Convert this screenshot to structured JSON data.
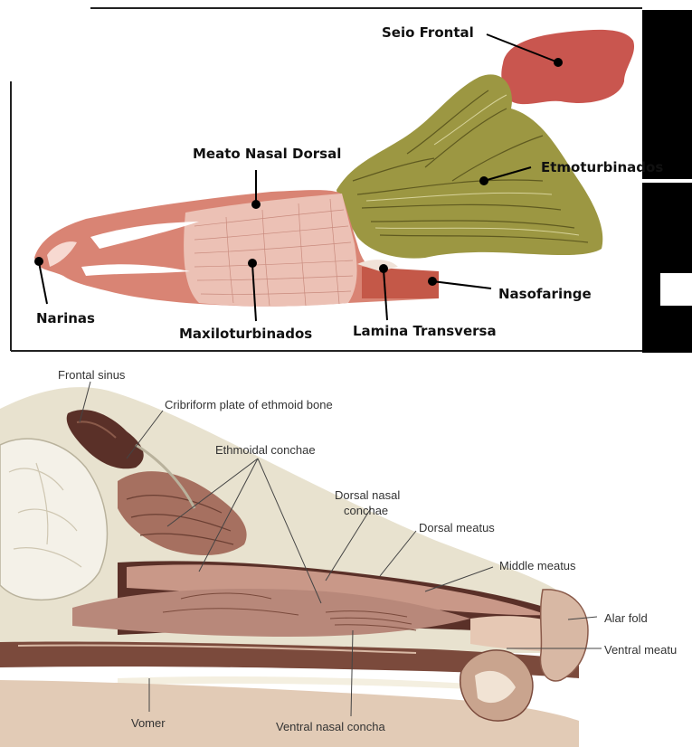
{
  "top_diagram": {
    "labels": {
      "seio_frontal": "Seio Frontal",
      "meato_nasal_dorsal": "Meato Nasal Dorsal",
      "etmoturbinados": "Etmoturbinados",
      "nasofaringe": "Nasofaringe",
      "narinas": "Narinas",
      "maxiloturbinados": "Maxiloturbinados",
      "lamina_transversa": "Lamina Transversa"
    },
    "colors": {
      "frontal_sinus": "#c9564f",
      "ethmoturbinates": "#9c9742",
      "maxilloturbinates": "#e8b3a6",
      "nasal_cavity": "#d98474",
      "lamina": "#c45848",
      "frame": "#000000"
    }
  },
  "bottom_diagram": {
    "labels": {
      "frontal_sinus": "Frontal sinus",
      "cribriform_plate": "Cribriform plate of ethmoid bone",
      "ethmoidal_conchae": "Ethmoidal conchae",
      "dorsal_nasal_conchae_1": "Dorsal nasal",
      "dorsal_nasal_conchae_2": "conchae",
      "dorsal_meatus": "Dorsal meatus",
      "middle_meatus": "Middle meatus",
      "alar_fold": "Alar fold",
      "ventral_meatus": "Ventral meatu",
      "vomer": "Vomer",
      "ventral_nasal_concha": "Ventral nasal concha"
    },
    "colors": {
      "bone": "#e8e2cf",
      "tissue": "#a67060",
      "dark_tissue": "#5a3028",
      "skin": "#d8b8a4"
    }
  }
}
